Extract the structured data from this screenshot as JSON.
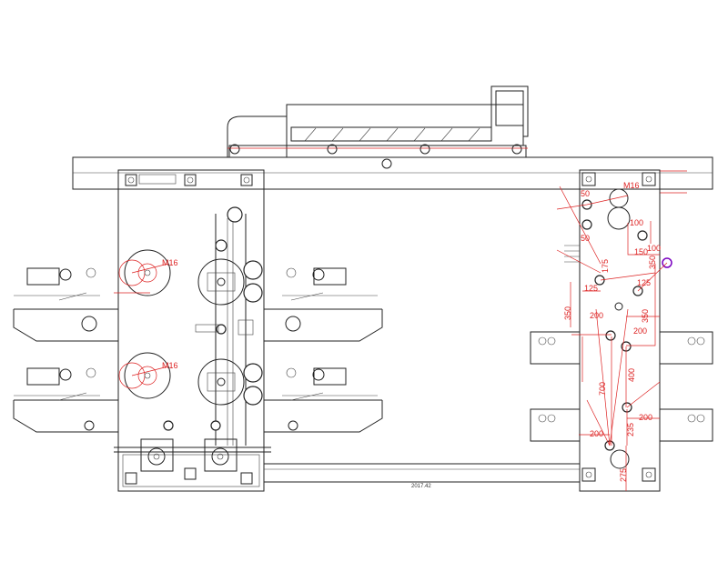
{
  "drawing": {
    "overall_length_label": "2017.42",
    "left_thread_labels": [
      "M16",
      "M16"
    ],
    "right_panel": {
      "thread_label": "M16",
      "dimensions": [
        "50",
        "50",
        "100",
        "150",
        "100",
        "175",
        "125",
        "350",
        "125",
        "350",
        "350",
        "200",
        "200",
        "700",
        "400",
        "200",
        "200",
        "235",
        "275"
      ]
    },
    "colors": {
      "lines": "#222222",
      "dimensions": "#dd2222",
      "accent": "#7a00c0"
    }
  }
}
